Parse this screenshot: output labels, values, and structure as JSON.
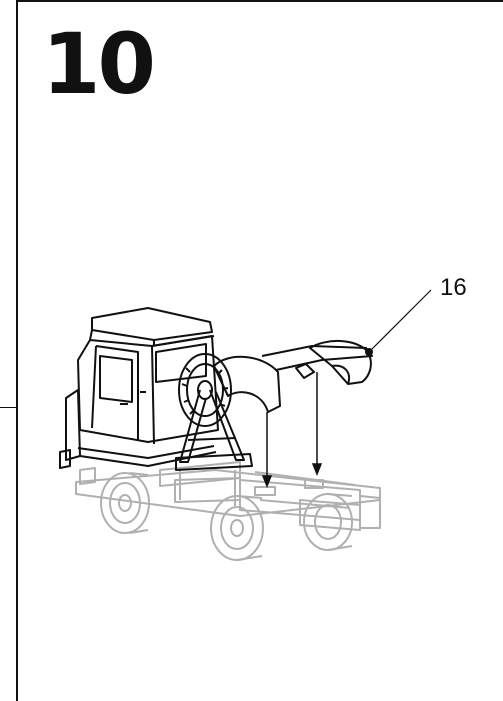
{
  "page": {
    "step_number": "10"
  },
  "illustration": {
    "callouts": [
      {
        "label": "16",
        "points_to": "rear-mudguard-assembly"
      }
    ],
    "colors": {
      "line": "#111111",
      "faded_part": "#b0b0b0"
    }
  }
}
